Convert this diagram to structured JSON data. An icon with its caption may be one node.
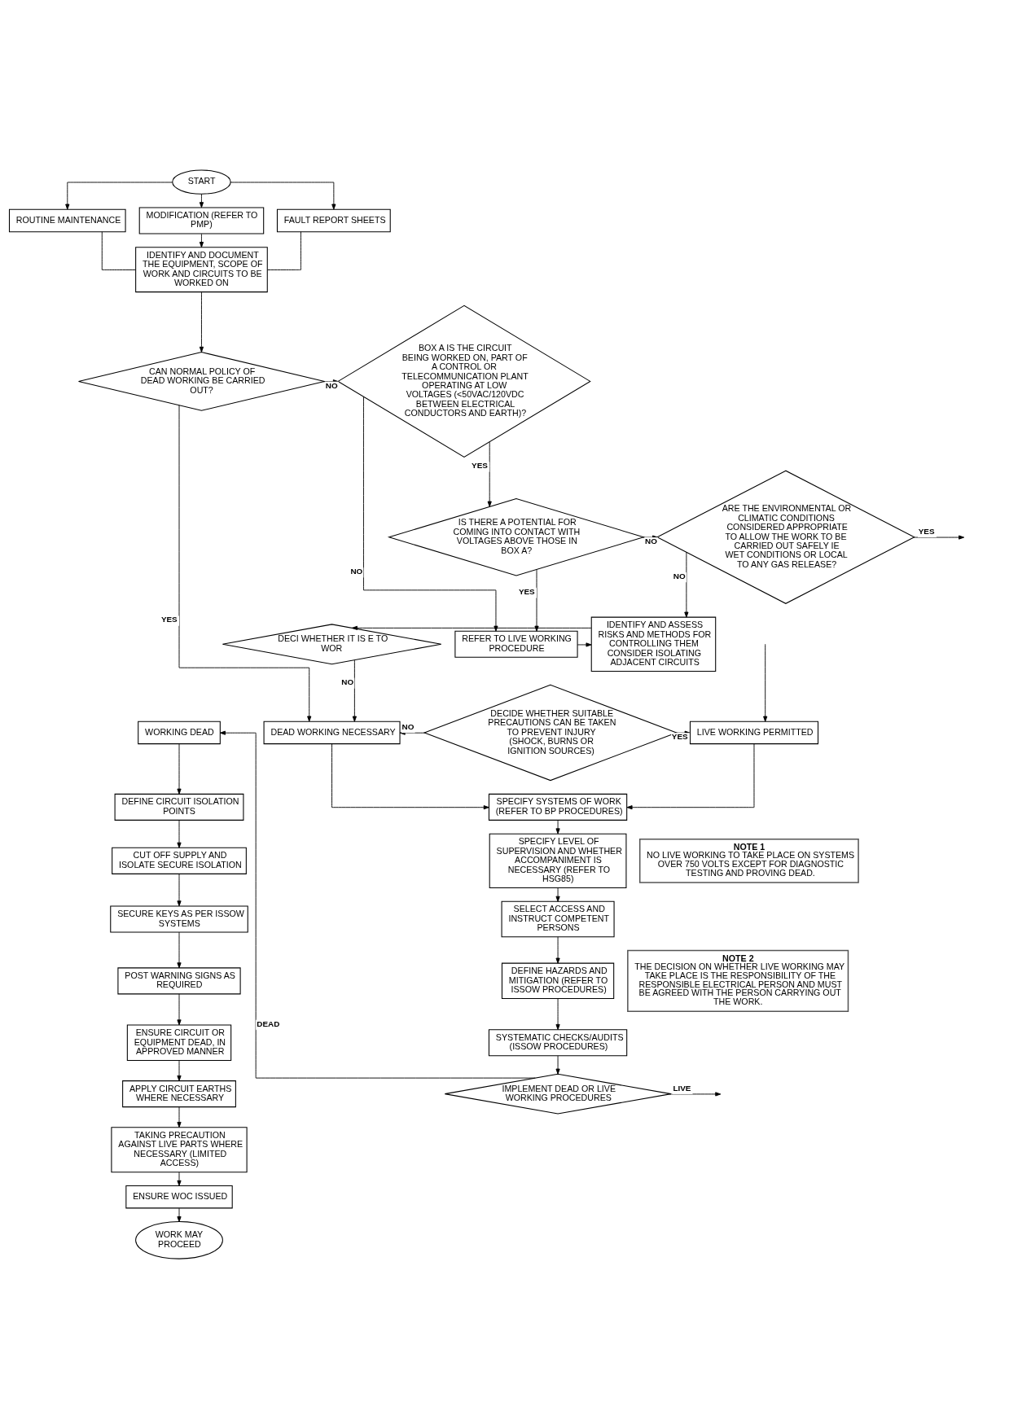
{
  "diagram": {
    "nodes": [
      {
        "text": [
          "START"
        ]
      },
      {
        "text": [
          "ROUTINE MAINTENANCE"
        ]
      },
      {
        "text": [
          "MODIFICATION (REFER TO PMP)"
        ]
      },
      {
        "text": [
          "FAULT REPORT SHEETS"
        ]
      },
      {
        "text": [
          "IDENTIFY AND DOCUMENT THE EQUIPMENT, SCOPE OF WORK AND CIRCUITS TO BE WORKED ON"
        ]
      },
      {
        "text": [
          "CAN NORMAL POLICY OF DEAD WORKING BE CARRIED OUT?"
        ]
      },
      {
        "text": [
          "BOX A IS THE CIRCUIT BEING WORKED ON, PART OF A CONTROL OR TELECOMMUNICATION PLANT OPERATING AT LOW VOLTAGES (<50VAC/120VDC BETWEEN ELECTRICAL CONDUCTORS AND EARTH)?"
        ]
      },
      {
        "text": [
          "IS THERE A POTENTIAL FOR COMING INTO CONTACT WITH VOLTAGES ABOVE THOSE IN BOX A?"
        ]
      },
      {
        "text": [
          "ARE THE ENVIRONMENTAL OR CLIMATIC CONDITIONS CONSIDERED APPROPRIATE TO ALLOW THE WORK TO BE CARRIED OUT SAFELY IE WET CONDITIONS OR LOCAL TO ANY GAS RELEASE?"
        ]
      },
      {
        "text": [
          "REFER TO LIVE WORKING PROCEDURE"
        ]
      },
      {
        "text": [
          "IDENTIFY AND ASSESS RISKS AND METHODS FOR CONTROLLING THEM CONSIDER ISOLATING ADJACENT CIRCUITS"
        ]
      },
      {
        "text": [
          "DECI WHETHER IT IS E TO WOR"
        ]
      },
      {
        "text": [
          "DECIDE WHETHER SUITABLE PRECAUTIONS CAN BE TAKEN TO PREVENT INJURY (SHOCK, BURNS OR IGNITION SOURCES)"
        ]
      },
      {
        "text": [
          "LIVE WORKING PERMITTED"
        ]
      },
      {
        "text": [
          "DEAD WORKING NECESSARY"
        ]
      },
      {
        "text": [
          "SPECIFY SYSTEMS OF WORK (REFER TO BP PROCEDURES)"
        ]
      },
      {
        "text": [
          "SPECIFY LEVEL OF SUPERVISION AND WHETHER ACCOMPANIMENT IS NECESSARY (REFER TO HSG85)"
        ]
      },
      {
        "text": [
          "SELECT ACCESS AND INSTRUCT COMPETENT PERSONS"
        ]
      },
      {
        "text": [
          "DEFINE HAZARDS AND MITIGATION (REFER TO ISSOW PROCEDURES)"
        ]
      },
      {
        "text": [
          "SYSTEMATIC CHECKS/AUDITS (ISSOW PROCEDURES)"
        ]
      },
      {
        "text": [
          "IMPLEMENT DEAD OR LIVE WORKING PROCEDURES"
        ]
      },
      {
        "text": [
          "WORKING DEAD"
        ]
      },
      {
        "text": [
          "DEFINE CIRCUIT ISOLATION POINTS"
        ]
      },
      {
        "text": [
          "CUT OFF SUPPLY AND ISOLATE SECURE ISOLATION"
        ]
      },
      {
        "text": [
          "SECURE KEYS AS PER ISSOW SYSTEMS"
        ]
      },
      {
        "text": [
          "POST WARNING SIGNS AS REQUIRED"
        ]
      },
      {
        "text": [
          "ENSURE CIRCUIT OR EQUIPMENT DEAD, IN APPROVED MANNER"
        ]
      },
      {
        "text": [
          "APPLY CIRCUIT EARTHS WHERE NECESSARY"
        ]
      },
      {
        "text": [
          "TAKING PRECAUTION AGAINST LIVE PARTS WHERE NECESSARY (LIMITED ACCESS)"
        ]
      },
      {
        "text": [
          "ENSURE WOC ISSUED"
        ]
      },
      {
        "text": [
          "WORK MAY PROCEED"
        ]
      },
      {
        "text": [
          "NOTE 1",
          "NO LIVE WORKING TO TAKE PLACE ON SYSTEMS OVER 750 VOLTS EXCEPT FOR DIAGNOSTIC TESTING AND PROVING DEAD."
        ]
      },
      {
        "text": [
          "NOTE 2",
          "THE DECISION ON WHETHER LIVE WORKING MAY TAKE PLACE IS THE RESPONSIBILITY OF THE RESPONSIBLE ELECTRICAL PERSON AND MUST BE AGREED WITH THE PERSON CARRYING OUT THE WORK."
        ]
      }
    ],
    "edges": [
      {
        "from": 0,
        "to": 1,
        "arrow": "to"
      },
      {
        "from": 0,
        "to": 2,
        "arrow": "to"
      },
      {
        "from": 0,
        "to": 3,
        "arrow": "to"
      },
      {
        "from": 1,
        "to": 4,
        "arrow": "none"
      },
      {
        "from": 2,
        "to": 4,
        "arrow": "to"
      },
      {
        "from": 3,
        "to": 4,
        "arrow": "none"
      },
      {
        "from": 4,
        "to": 5,
        "arrow": "to"
      },
      {
        "from": 5,
        "to": 6,
        "arrow": "to",
        "label": "NO"
      },
      {
        "from": 5,
        "to": 14,
        "arrow": "to",
        "label": "YES"
      },
      {
        "from": 6,
        "to": 7,
        "arrow": "to",
        "label": "YES"
      },
      {
        "from": 6,
        "to": 9,
        "arrow": "to",
        "label": "NO"
      },
      {
        "from": 7,
        "to": 8,
        "arrow": "to",
        "label": "NO"
      },
      {
        "from": 7,
        "to": 9,
        "arrow": "to",
        "label": "YES"
      },
      {
        "from": 8,
        "to": null,
        "arrow": "to",
        "label": "YES"
      },
      {
        "from": 8,
        "to": 10,
        "arrow": "to",
        "label": "NO"
      },
      {
        "from": 9,
        "to": 10,
        "arrow": "to"
      },
      {
        "from": 10,
        "to": 11,
        "arrow": "to"
      },
      {
        "from": 11,
        "to": 14,
        "arrow": "to",
        "label": "NO"
      },
      {
        "from": 12,
        "to": 14,
        "arrow": "to",
        "label": "NO"
      },
      {
        "from": 12,
        "to": 13,
        "arrow": "to",
        "label": "YES"
      },
      {
        "from": null,
        "to": 13,
        "arrow": "to"
      },
      {
        "from": 13,
        "to": 15,
        "arrow": "to"
      },
      {
        "from": 14,
        "to": 15,
        "arrow": "to"
      },
      {
        "from": 15,
        "to": 16,
        "arrow": "to"
      },
      {
        "from": 16,
        "to": 17,
        "arrow": "to"
      },
      {
        "from": 17,
        "to": 18,
        "arrow": "to"
      },
      {
        "from": 18,
        "to": 19,
        "arrow": "to"
      },
      {
        "from": 19,
        "to": 20,
        "arrow": "to"
      },
      {
        "from": 20,
        "to": 21,
        "arrow": "to",
        "label": "DEAD"
      },
      {
        "from": 20,
        "to": null,
        "arrow": "to",
        "label": "LIVE"
      },
      {
        "from": 21,
        "to": 22,
        "arrow": "to"
      },
      {
        "from": 22,
        "to": 23,
        "arrow": "to"
      },
      {
        "from": 23,
        "to": 24,
        "arrow": "to"
      },
      {
        "from": 24,
        "to": 25,
        "arrow": "to"
      },
      {
        "from": 25,
        "to": 26,
        "arrow": "to"
      },
      {
        "from": 26,
        "to": 27,
        "arrow": "to"
      },
      {
        "from": 27,
        "to": 28,
        "arrow": "to"
      },
      {
        "from": 28,
        "to": 29,
        "arrow": "to"
      },
      {
        "from": 29,
        "to": 30,
        "arrow": "to"
      }
    ]
  }
}
